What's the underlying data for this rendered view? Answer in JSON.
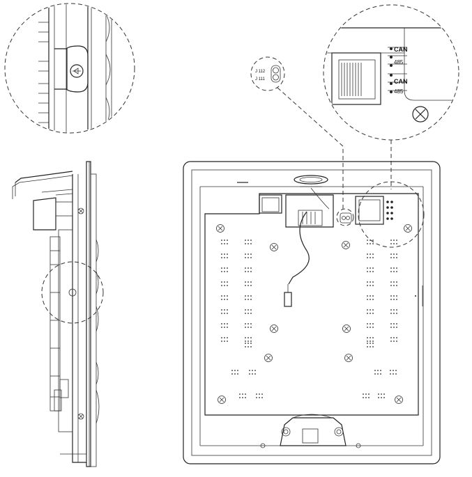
{
  "jumper_labels": {
    "top": "J 112",
    "bottom": "J 111"
  },
  "bus_labels": {
    "upper": "CAN",
    "upper_sub": "485",
    "lower": "CAN",
    "lower_sub": "485"
  }
}
